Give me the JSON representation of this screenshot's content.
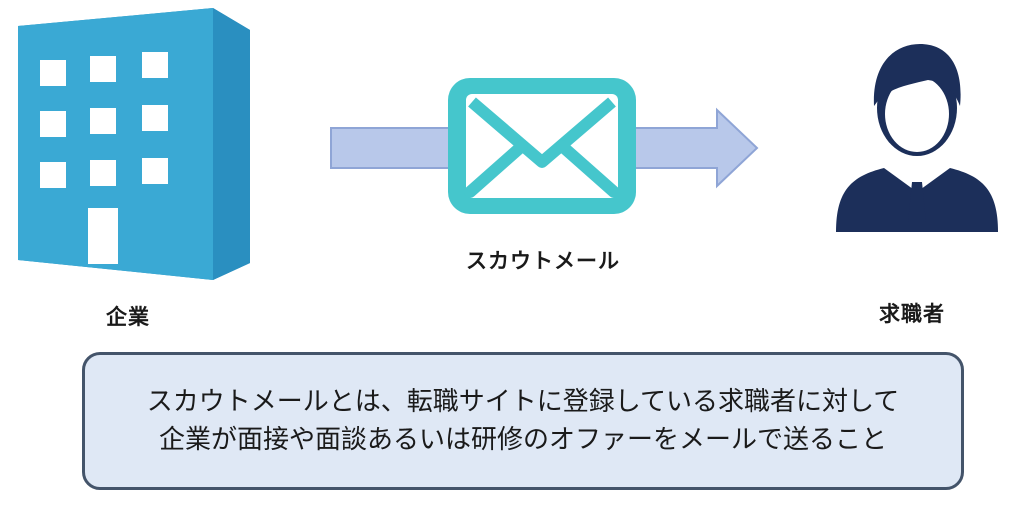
{
  "labels": {
    "company": "企業",
    "mail": "スカウトメール",
    "seeker": "求職者"
  },
  "description": {
    "line1": "スカウトメールとは、転職サイトに登録している求職者に対して",
    "line2": "企業が面接や面談あるいは研修のオファーをメールで送ること"
  },
  "icons": {
    "company": "office-building-icon",
    "mail": "envelope-icon",
    "seeker": "businessman-icon"
  },
  "colors": {
    "building": "#3aa9d4",
    "building_side": "#2a8fc0",
    "arrow_fill": "#b8c8ea",
    "arrow_stroke": "#8fa5d6",
    "envelope": "#45c6cc",
    "person": "#1c2f5a",
    "box_fill": "#dfe8f5",
    "box_border": "#44546a"
  }
}
